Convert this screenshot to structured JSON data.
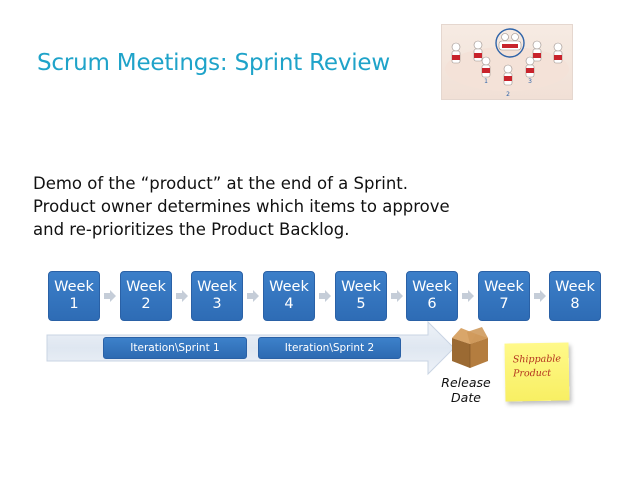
{
  "slide": {
    "title": "Scrum Meetings: Sprint Review",
    "body_lines": [
      "Demo of the “product” at the end of a Sprint.",
      "Product owner determines which items to approve",
      "and re-prioritizes the Product Backlog."
    ]
  },
  "image": {
    "icon": "scrum-team-illustration",
    "labels": [
      "1",
      "2",
      "3"
    ]
  },
  "timeline": {
    "weeks": [
      {
        "label": "Week",
        "number": "1"
      },
      {
        "label": "Week",
        "number": "2"
      },
      {
        "label": "Week",
        "number": "3"
      },
      {
        "label": "Week",
        "number": "4"
      },
      {
        "label": "Week",
        "number": "5"
      },
      {
        "label": "Week",
        "number": "6"
      },
      {
        "label": "Week",
        "number": "7"
      },
      {
        "label": "Week",
        "number": "8"
      }
    ],
    "iterations": [
      "Iteration\\Sprint 1",
      "Iteration\\Sprint 2"
    ],
    "release_lines": [
      "Release",
      "Date"
    ],
    "sticky_lines": [
      "Shippable",
      "Product"
    ],
    "colors": {
      "week_box": "#2e6cb5",
      "arrow": "#e4ebf4",
      "title": "#1fa3c9",
      "sticky": "#fff98a"
    }
  }
}
